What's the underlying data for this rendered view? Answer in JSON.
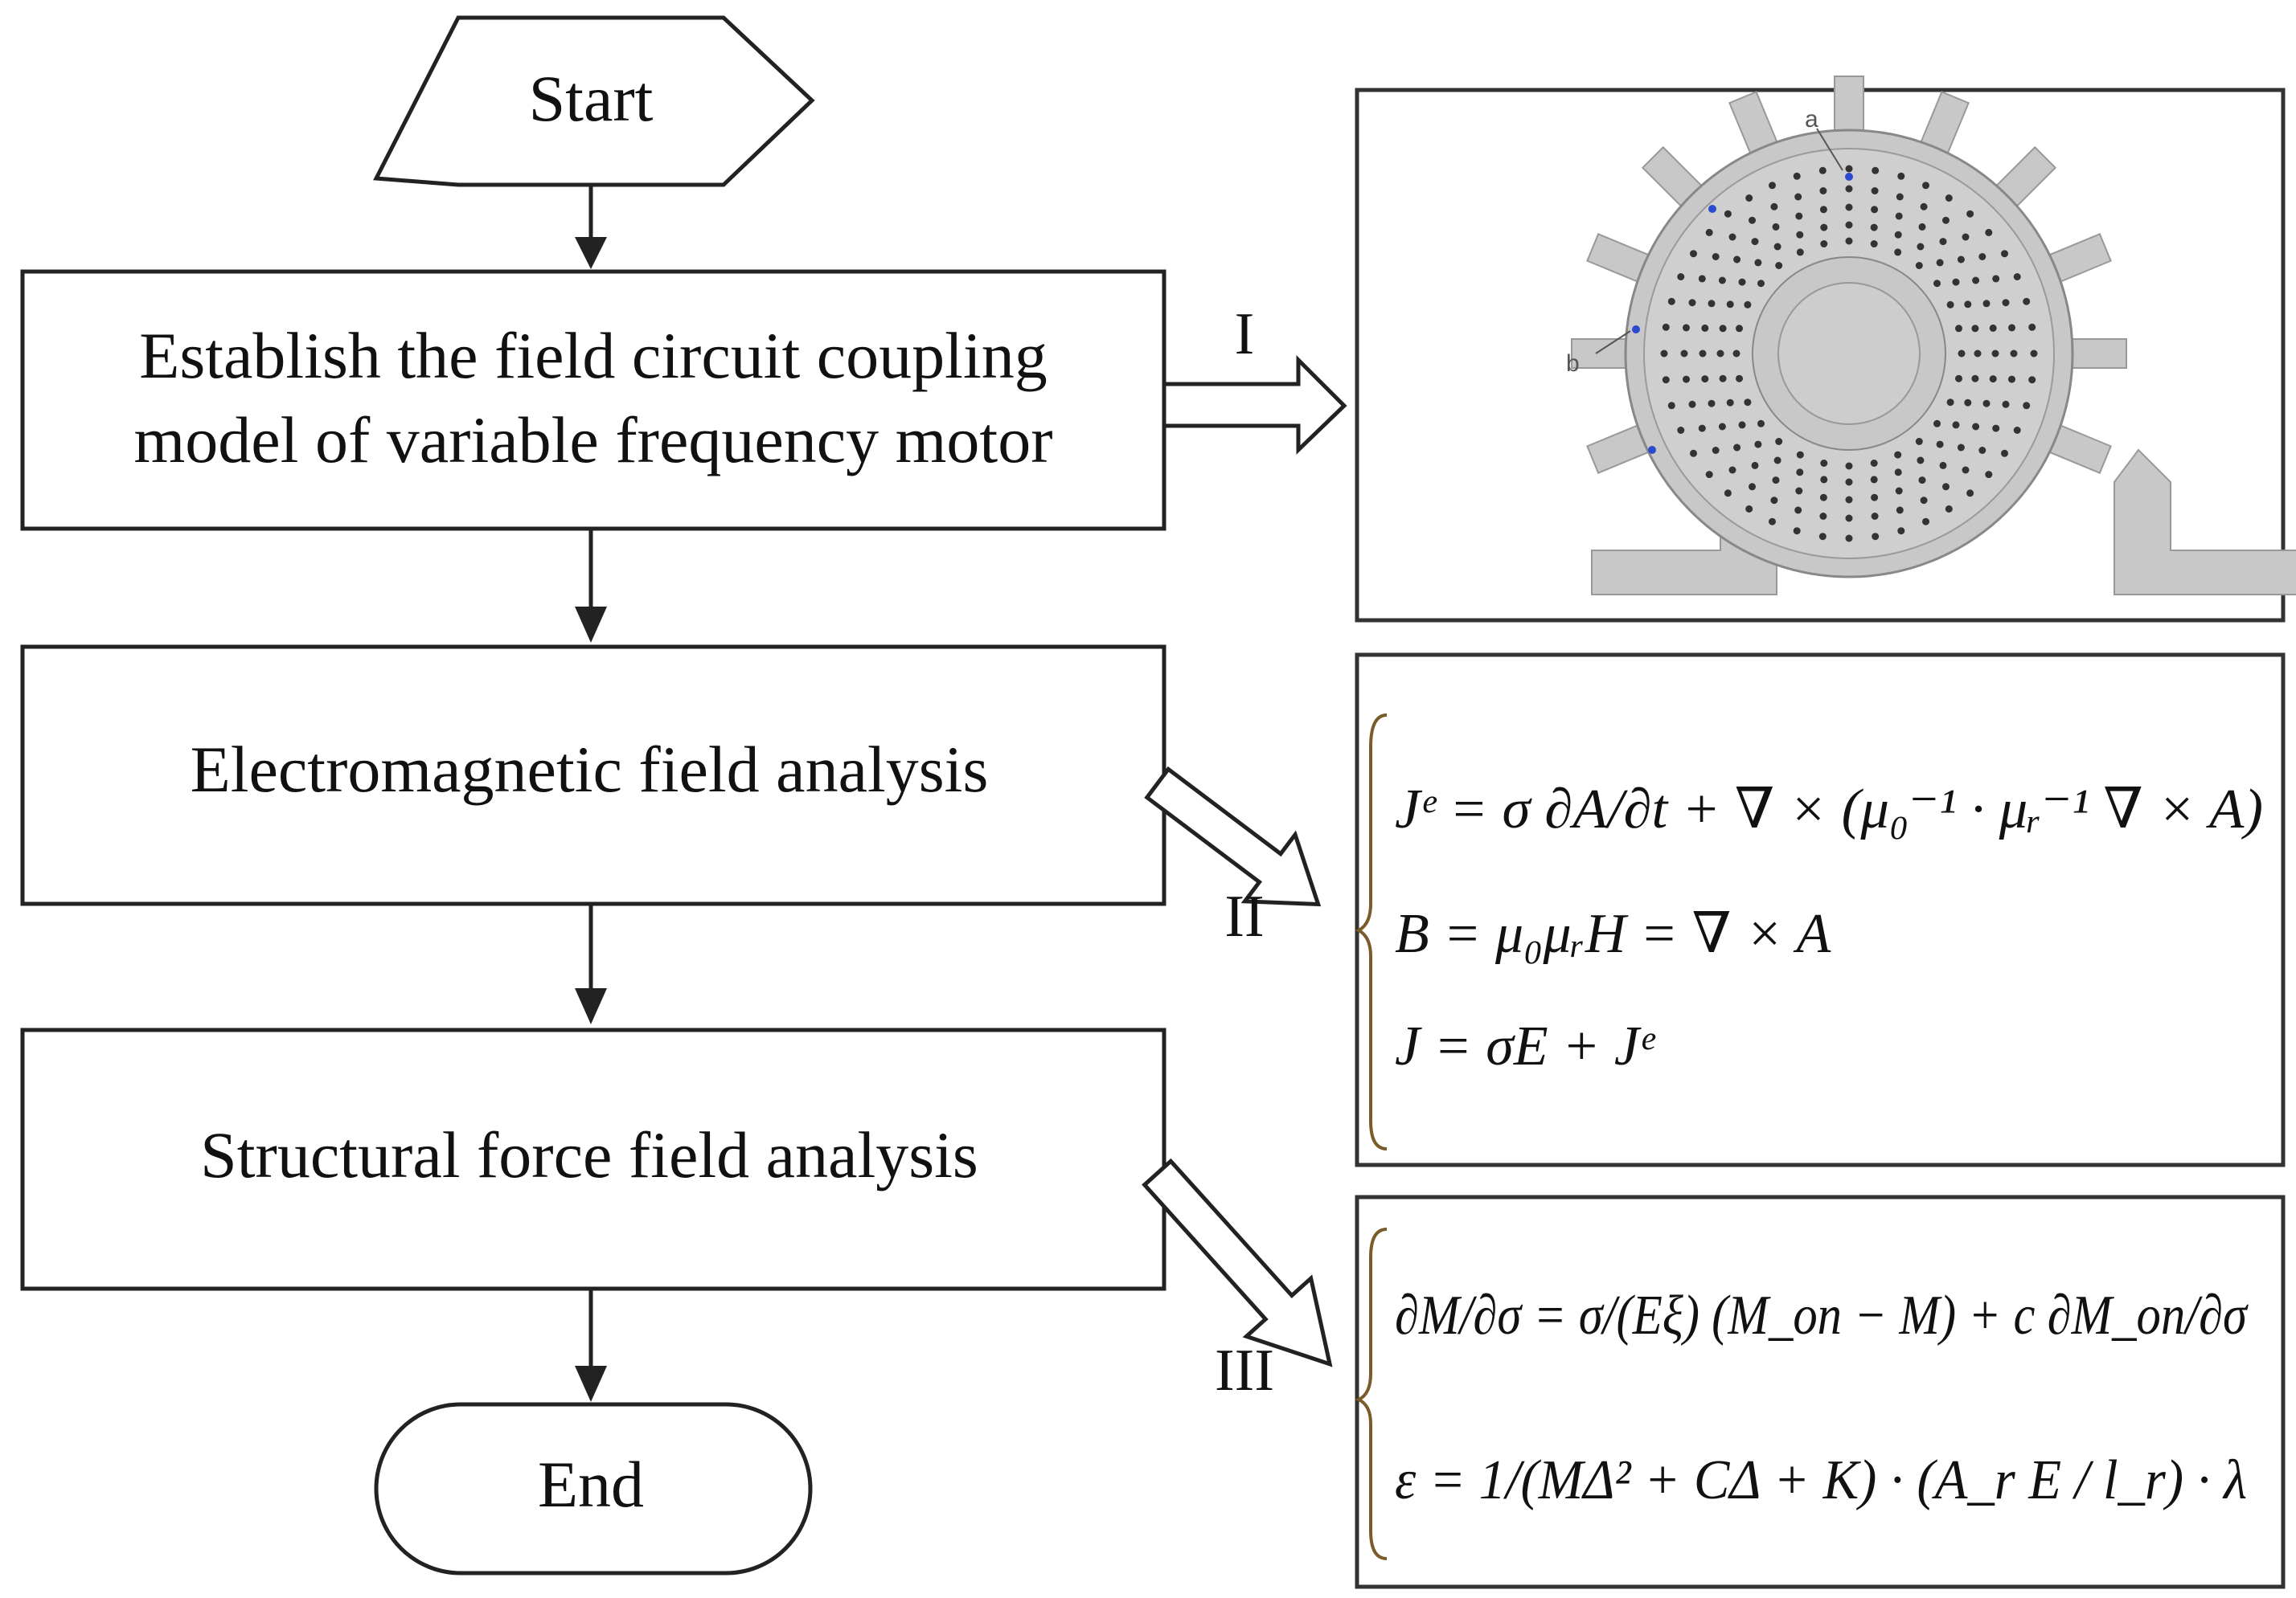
{
  "flowchart": {
    "start": "Start",
    "step1_line1": "Establish the field circuit coupling",
    "step1_line2": "model of variable frequency motor",
    "step2": "Electromagnetic field analysis",
    "step3": "Structural force field analysis",
    "end": "End"
  },
  "arrow_labels": {
    "one": "I",
    "two": "II",
    "three": "III"
  },
  "motor_figure": {
    "point_labels": [
      "a",
      "b"
    ],
    "slot_count": 16
  },
  "equations_em": {
    "eq1": "Jᵉ = σ ∂A/∂t + ∇ × (μ₀⁻¹ · μᵣ⁻¹ ∇ × A)",
    "eq2": "B = μ₀μᵣH = ∇ × A",
    "eq3": "J = σE + Jᵉ"
  },
  "equations_struct": {
    "eq1": "∂M/∂σ = σ/(Eξ) (M_on − M) + c ∂M_on/∂σ",
    "eq2": "ε = 1/(MΔ² + CΔ + K) · (A_r E / l_r) · λ"
  },
  "colors": {
    "stroke": "#222222",
    "motor_fill": "#c8c8c8",
    "motor_dots": "#333333",
    "accent_blue": "#2a4bd0"
  }
}
